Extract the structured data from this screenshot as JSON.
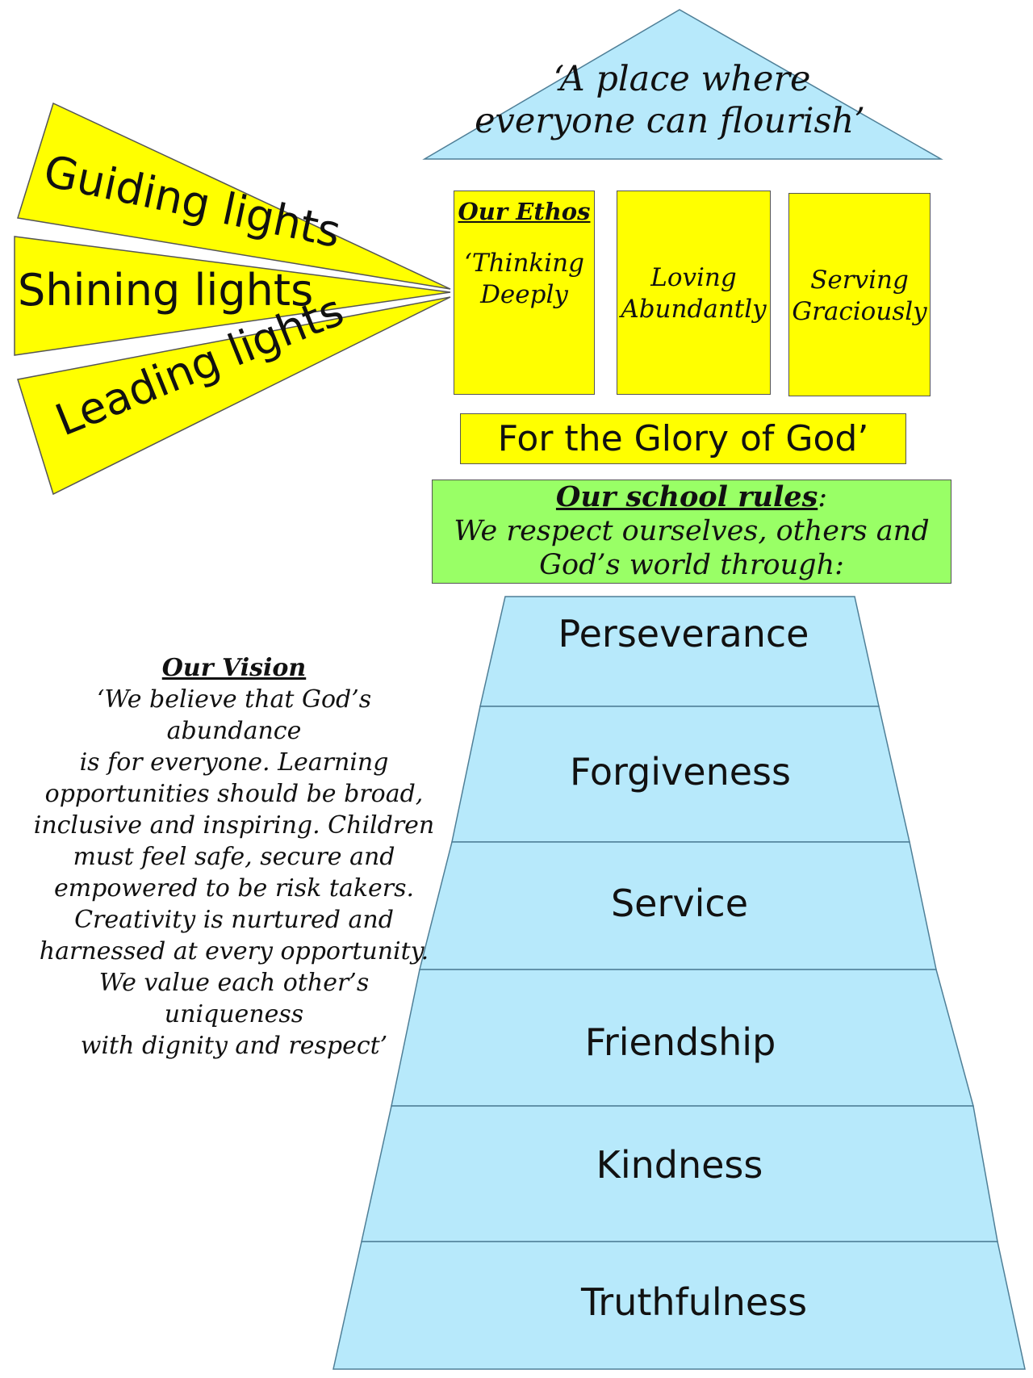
{
  "roof": {
    "line1": "‘A place where",
    "line2": "everyone can flourish’"
  },
  "lights": {
    "guiding": "Guiding lights",
    "shining": "Shining lights",
    "leading": "Leading lights"
  },
  "ethos": {
    "heading": "Our Ethos",
    "thinking_line1": "‘Thinking",
    "thinking_line2": "Deeply",
    "loving_line1": "Loving",
    "loving_line2": "Abundantly",
    "serving_line1": "Serving",
    "serving_line2": "Graciously"
  },
  "glory": "For the Glory of God’",
  "rules": {
    "heading": "Our school rules",
    "colon": ":",
    "line1": "We respect ourselves, others and",
    "line2": "God’s world through:"
  },
  "values": [
    "Perseverance",
    "Forgiveness",
    "Service",
    "Friendship",
    "Kindness",
    "Truthfulness"
  ],
  "vision": {
    "heading": "Our Vision",
    "lines": [
      "‘We believe that God’s abundance",
      "is for everyone.  Learning",
      "opportunities should be broad,",
      "inclusive and inspiring. Children",
      "must feel safe, secure and",
      "empowered to be risk takers.",
      "Creativity is nurtured and",
      "harnessed at every opportunity.",
      "We value each other’s uniqueness",
      "with dignity and respect’"
    ]
  },
  "colors": {
    "light_blue": "#b7e9fb",
    "yellow": "#ffff00",
    "green": "#99ff66",
    "outline": "#5a7a8a"
  }
}
